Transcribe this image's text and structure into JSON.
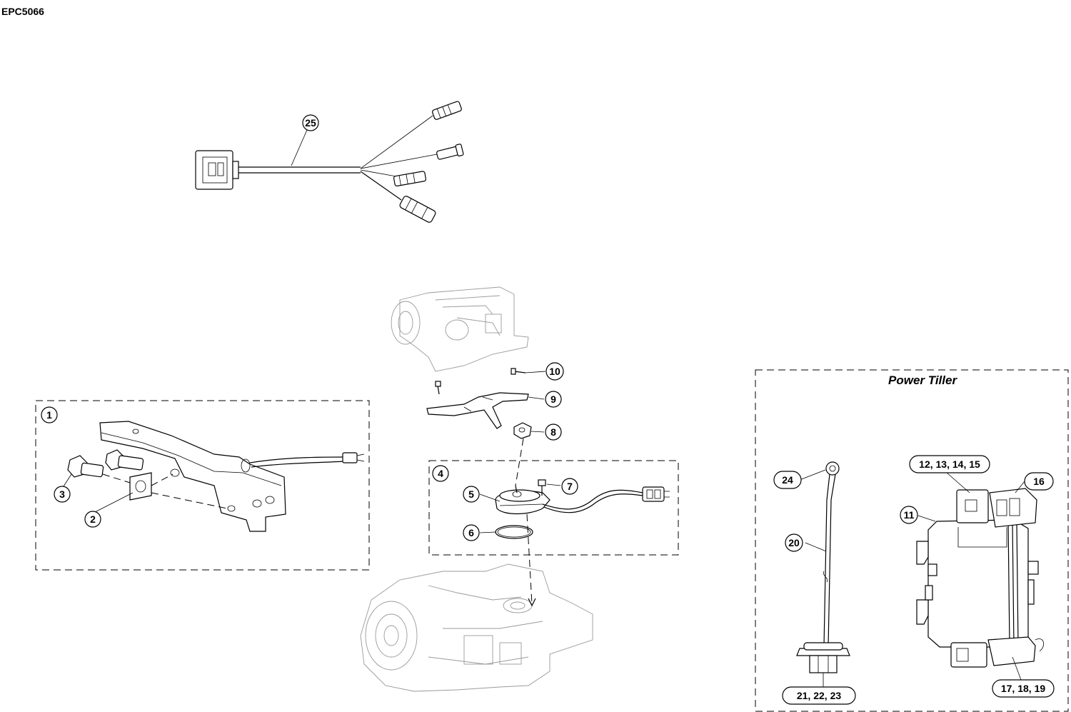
{
  "diagram": {
    "code": "EPC5066",
    "section_title": "Power Tiller",
    "callouts": {
      "c1": "1",
      "c2": "2",
      "c3": "3",
      "c4": "4",
      "c5": "5",
      "c6": "6",
      "c7": "7",
      "c8": "8",
      "c9": "9",
      "c10": "10",
      "c11": "11",
      "c12": "12, 13, 14, 15",
      "c16": "16",
      "c17": "17, 18, 19",
      "c20": "20",
      "c21": "21, 22, 23",
      "c24": "24",
      "c25": "25"
    }
  }
}
